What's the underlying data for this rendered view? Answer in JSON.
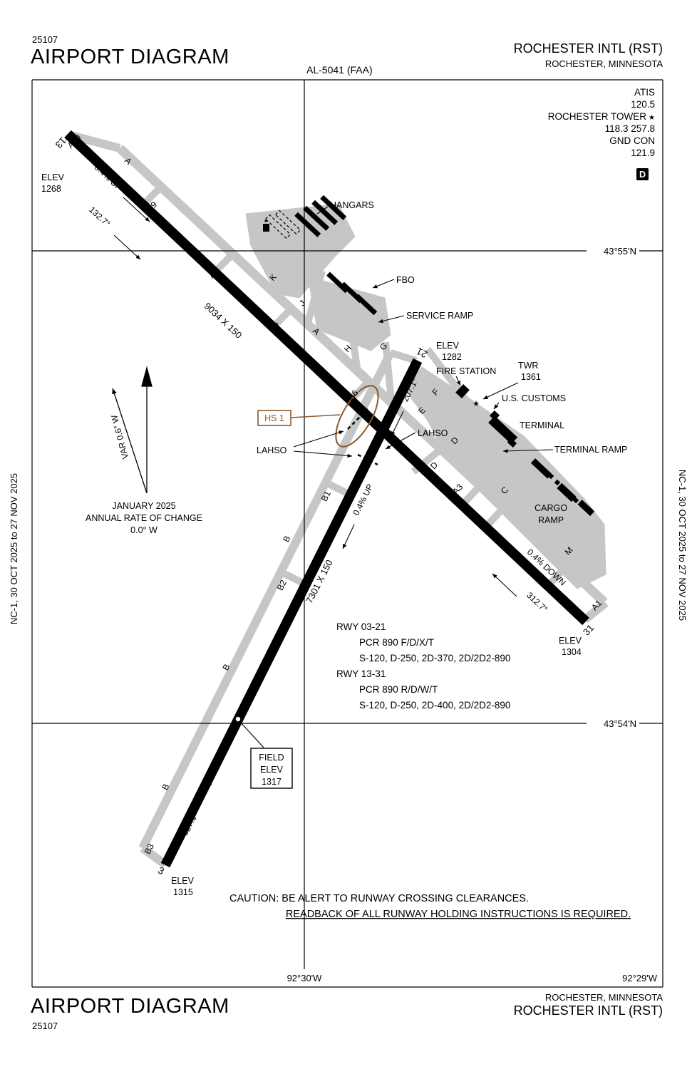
{
  "header": {
    "chart_number": "25107",
    "title": "AIRPORT DIAGRAM",
    "al_number": "AL-5041 (FAA)",
    "airport_name": "ROCHESTER INTL (RST)",
    "city": "ROCHESTER, MINNESOTA"
  },
  "footer": {
    "title": "AIRPORT DIAGRAM",
    "chart_number": "25107",
    "airport_name": "ROCHESTER INTL (RST)",
    "city": "ROCHESTER, MINNESOTA"
  },
  "margins": {
    "left": "NC-1,  30 OCT 2025  to  27 NOV 2025",
    "right": "NC-1,  30 OCT 2025  to  27 NOV 2025"
  },
  "comms": {
    "atis_label": "ATIS",
    "atis_freq": "120.5",
    "tower_label": "ROCHESTER TOWER",
    "tower_star": "★",
    "tower_freqs": "118.3 257.8",
    "gnd_label": "GND CON",
    "gnd_freq": "121.9",
    "d_symbol": "D"
  },
  "graticule": {
    "lat_top": "43°55'N",
    "lat_bottom": "43°54'N",
    "lon_left": "92°30'W",
    "lon_right": "92°29'W"
  },
  "runway_13_31": {
    "end_13": "13",
    "end_31": "31",
    "dimensions": "9034 X 150",
    "hdg_13": "132.7°",
    "hdg_31": "312.7°",
    "slope_13": "0.4% UP",
    "slope_31": "0.4% DOWN",
    "elev_13": "1268",
    "elev_31": "1304"
  },
  "runway_03_21": {
    "end_3": "3",
    "end_21": "21",
    "dimensions": "7301 X 150",
    "hdg_21": "207.1°",
    "hdg_3": "027.1°",
    "slope": "0.4% UP",
    "elev_21": "1282",
    "elev_3": "1315"
  },
  "elev_label": "ELEV",
  "field_elevation": {
    "line1": "FIELD",
    "line2": "ELEV",
    "value": "1317"
  },
  "taxiways": {
    "a": "A",
    "a1": "A1",
    "a3": "A3",
    "a6": "A6",
    "a7": "A7",
    "a8": "A8",
    "a9": "A9",
    "a10": "A10",
    "b": "B",
    "b1": "B1",
    "b2": "B2",
    "b3": "B3",
    "c": "C",
    "d": "D",
    "e": "E",
    "f": "F",
    "g": "G",
    "h": "H",
    "j": "J",
    "k": "K",
    "m": "M"
  },
  "facilities": {
    "hangars": "HANGARS",
    "fbo": "FBO",
    "service_ramp": "SERVICE RAMP",
    "fire_station": "FIRE STATION",
    "twr_label": "TWR",
    "twr_elev": "1361",
    "twr_star": "★",
    "us_customs": "U.S. CUSTOMS",
    "terminal": "TERMINAL",
    "terminal_ramp": "TERMINAL RAMP",
    "cargo_line1": "CARGO",
    "cargo_line2": "RAMP",
    "hot_spot": "HS 1",
    "lahso": "LAHSO"
  },
  "variation": {
    "var_text": "VAR 0.6° W",
    "date": "JANUARY 2025",
    "rate_line1": "ANNUAL RATE OF CHANGE",
    "rate_line2": "0.0° W"
  },
  "runway_data": {
    "rwy_03_21_label": "RWY 03-21",
    "rwy_03_21_pcr": "PCR 890 F/D/X/T",
    "rwy_03_21_strength": "S-120, D-250, 2D-370, 2D/2D2-890",
    "rwy_13_31_label": "RWY 13-31",
    "rwy_13_31_pcr": "PCR 890 R/D/W/T",
    "rwy_13_31_strength": "S-120, D-250, 2D-400, 2D/2D2-890"
  },
  "caution": {
    "line1": "CAUTION: BE ALERT TO RUNWAY CROSSING CLEARANCES.",
    "line2": "READBACK OF ALL RUNWAY HOLDING INSTRUCTIONS IS REQUIRED."
  },
  "colors": {
    "hotspot_brown": "#8B5A2B",
    "taxiway_gray": "#C6C6C6"
  }
}
